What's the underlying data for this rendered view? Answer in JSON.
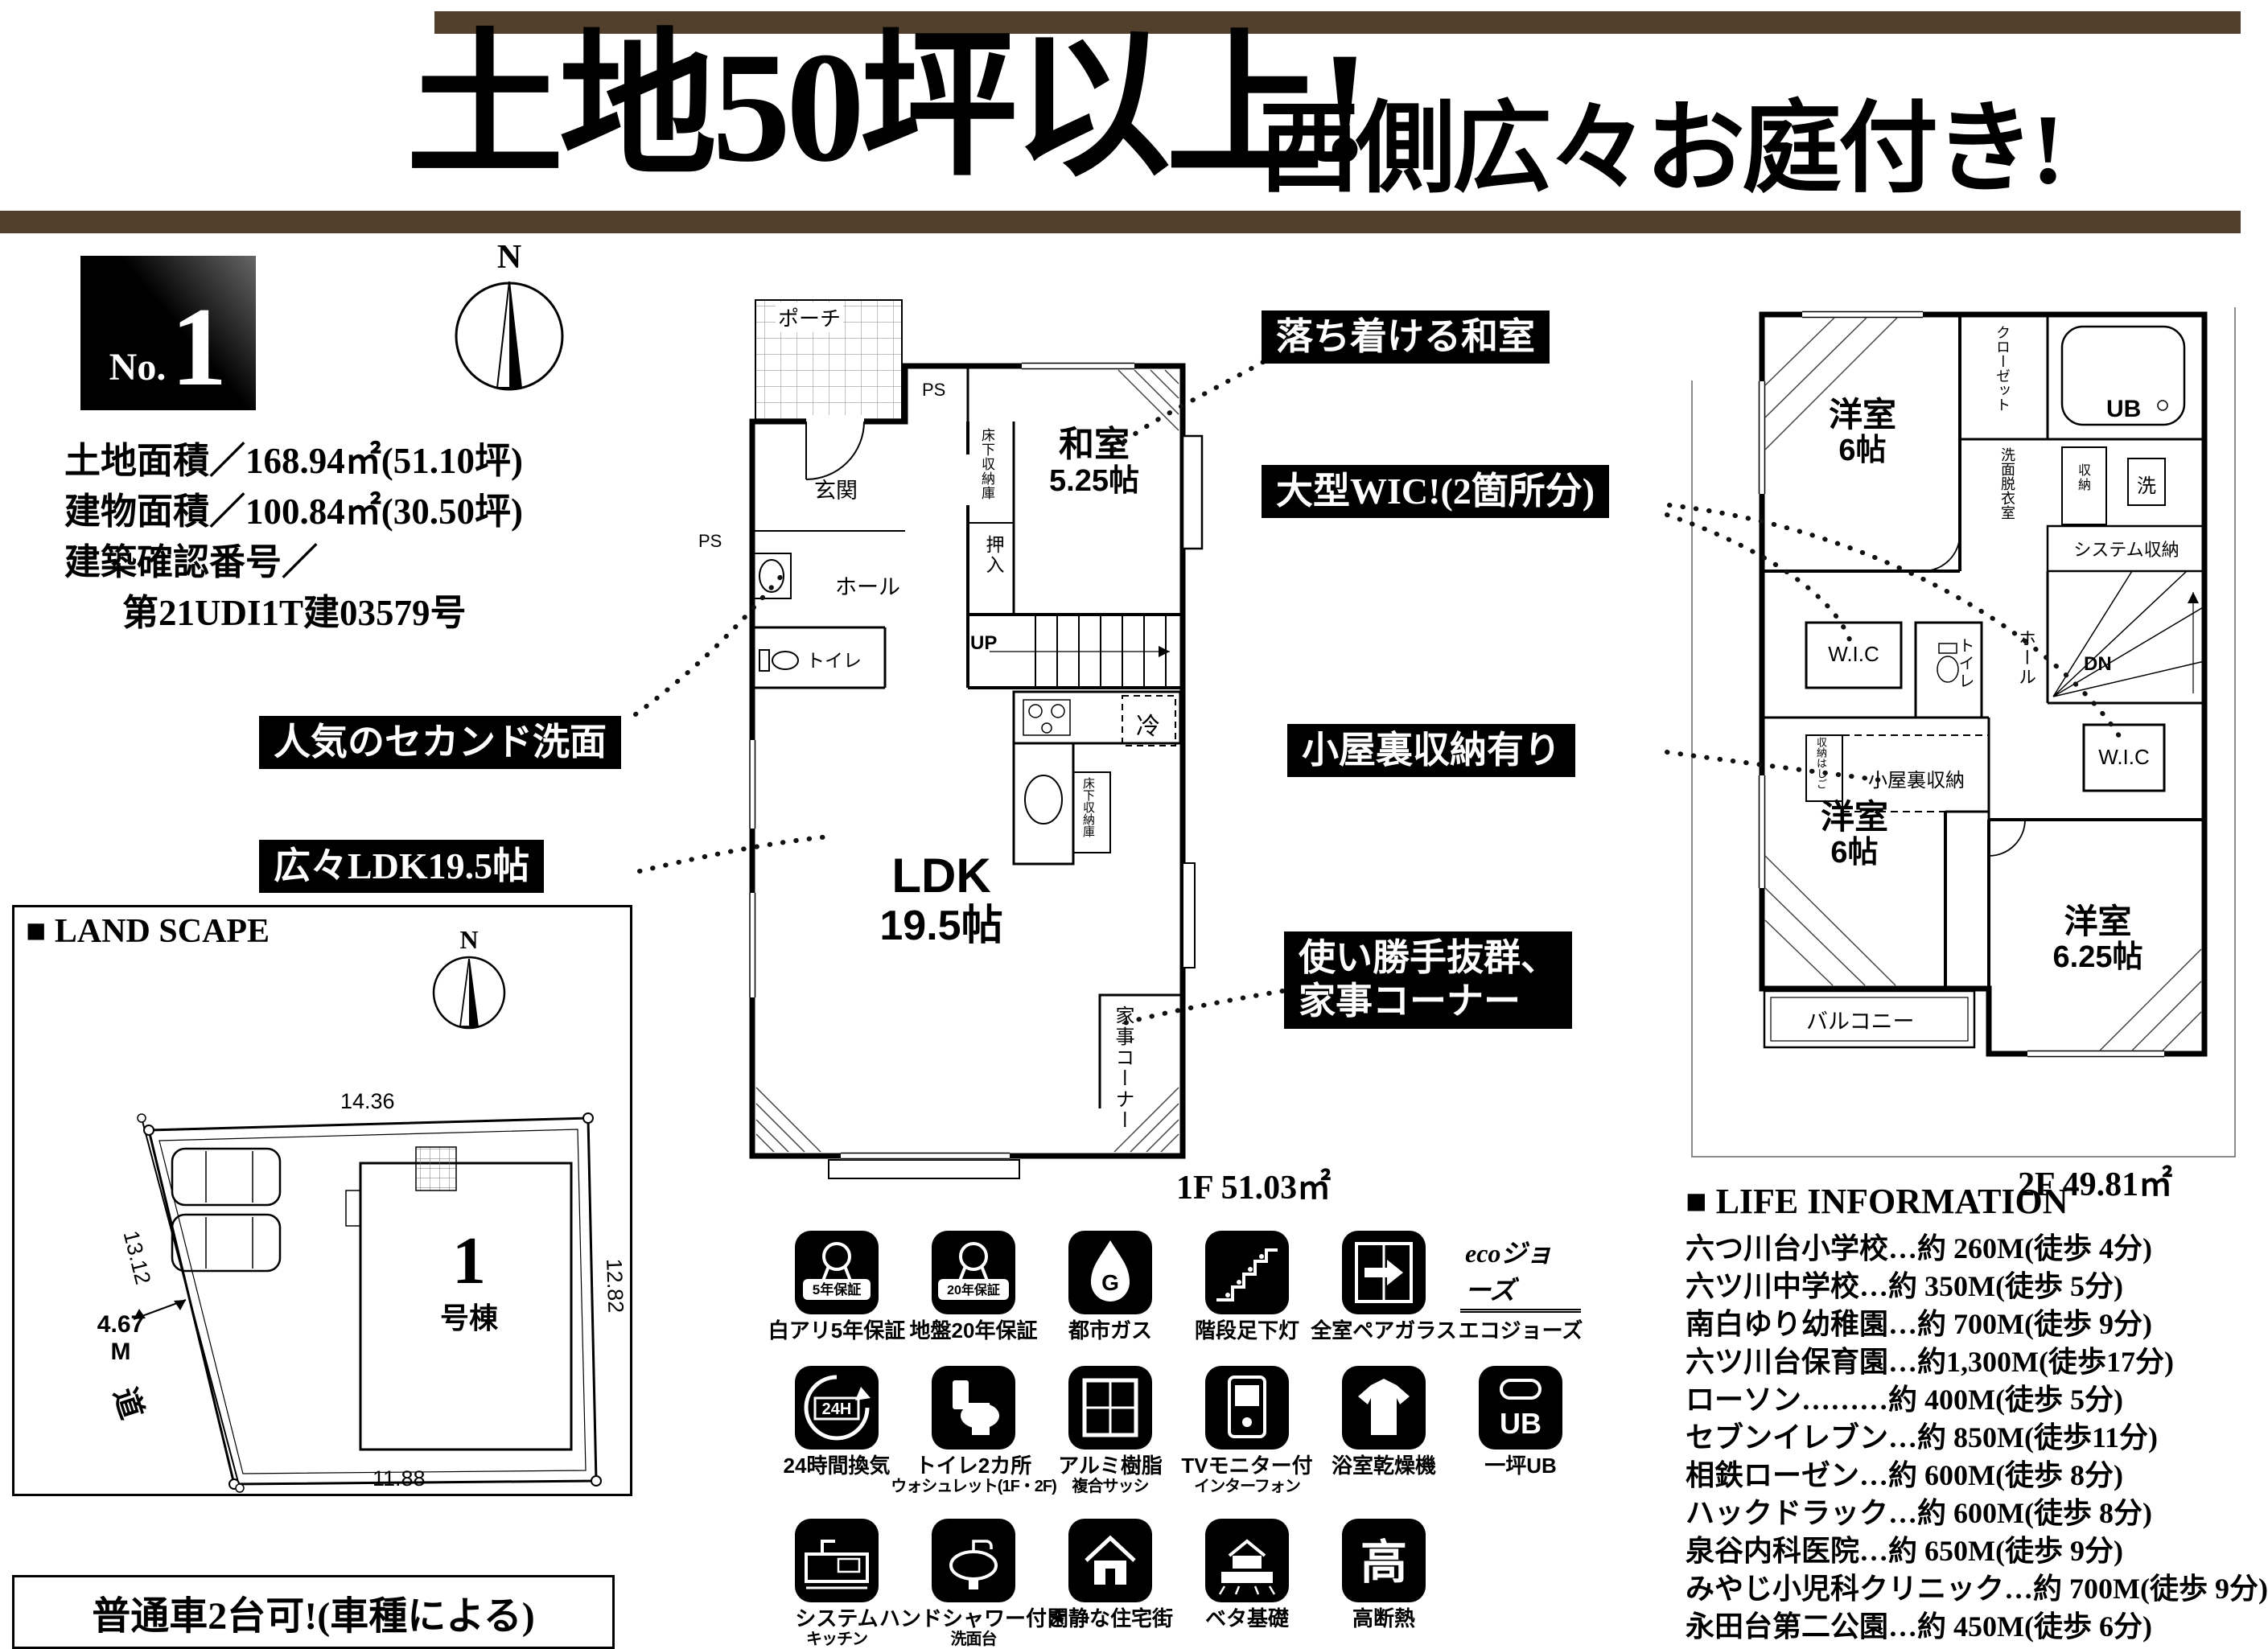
{
  "colors": {
    "brown": "#52402d",
    "ink": "#000000"
  },
  "header": {
    "title_main": "土地50坪以上!",
    "title_sub": "西側広々お庭付き!"
  },
  "badge": {
    "no_label": "No.",
    "no_value": "1"
  },
  "compass": {
    "north": "N"
  },
  "property_info": {
    "line1": "土地面積／168.94㎡(51.10坪)",
    "line2": "建物面積／100.84㎡(30.50坪)",
    "line3": "建築確認番号／",
    "line4": "第21UDI1T建03579号"
  },
  "callouts": {
    "washitsu": "落ち着ける和室",
    "wic": "大型WIC!(2箇所分)",
    "second_basin": "人気のセカンド洗面",
    "attic": "小屋裏収納有り",
    "ldk": "広々LDK19.5帖",
    "kaji_line1": "使い勝手抜群、",
    "kaji_line2": "家事コーナー"
  },
  "floor1": {
    "labels": {
      "porch": "ポーチ",
      "ps_top": "PS",
      "ps_left": "PS",
      "genkan": "玄関",
      "storage_hall": "床下収納庫",
      "oshiire": "押入",
      "washitsu": "和室",
      "washitsu_size": "5.25帖",
      "hall": "ホール",
      "toilet": "トイレ",
      "up": "UP",
      "ldk": "LDK",
      "ldk_size": "19.5帖",
      "storage_kitchen": "床下収納庫",
      "fridge": "冷",
      "kaji": "家事コーナー"
    },
    "area": "1F 51.03㎡"
  },
  "floor2": {
    "labels": {
      "room1": "洋室",
      "room1_size": "6帖",
      "closet": "クローゼット",
      "ub": "UB",
      "senmen": "洗面脱衣室",
      "storage_small": "収納",
      "washer": "洗",
      "system_storage": "システム収納",
      "wic1": "W.I.C",
      "toilet": "トイレ",
      "hall": "ホール",
      "dn": "DN",
      "ladder": "収納はしご",
      "attic": "小屋裏収納",
      "room2": "洋室",
      "room2_size": "6帖",
      "wic2": "W.I.C",
      "room3": "洋室",
      "room3_size": "6.25帖",
      "balcony": "バルコニー"
    },
    "area": "2F 49.81㎡"
  },
  "landscape": {
    "title": "■ LAND SCAPE",
    "north": "N",
    "dim_top": "14.36",
    "dim_left": "13.12",
    "dim_right": "12.82",
    "dim_bottom": "11.88",
    "road_width": "4.67",
    "road_width_unit": "M",
    "road": "道",
    "building_no": "1",
    "building_suffix": "号棟",
    "note": "普通車2台可!(車種による)"
  },
  "features": {
    "rows": [
      [
        {
          "name": "termite-warranty",
          "icon_text": "5年保証",
          "label": "白アリ5年保証"
        },
        {
          "name": "ground-warranty",
          "icon_text": "20年保証",
          "label": "地盤20年保証"
        },
        {
          "name": "city-gas",
          "icon_text": "G",
          "label": "都市ガス"
        },
        {
          "name": "stair-footlight",
          "label": "階段足下灯"
        },
        {
          "name": "pair-glass",
          "label": "全室ペアガラス"
        },
        {
          "name": "eco-jozu",
          "icon_text": "ecoジョーズ",
          "label": "エコジョーズ"
        }
      ],
      [
        {
          "name": "vent-24h",
          "icon_text": "24H",
          "label": "24時間換気"
        },
        {
          "name": "toilet-2",
          "label": "トイレ2カ所",
          "label2": "ウォシュレット(1F・2F)"
        },
        {
          "name": "alumi-sash",
          "label": "アルミ樹脂",
          "label2": "複合サッシ"
        },
        {
          "name": "tv-interphone",
          "label": "TVモニター付",
          "label2": "インターフォン"
        },
        {
          "name": "bath-dryer",
          "label": "浴室乾燥機"
        },
        {
          "name": "ub-1tsubo",
          "icon_text": "UB",
          "label": "一坪UB"
        }
      ],
      [
        {
          "name": "system-kitchen",
          "label": "システム",
          "label2": "キッチン"
        },
        {
          "name": "hand-shower-basin",
          "label": "ハンドシャワー付き",
          "label2": "洗面台"
        },
        {
          "name": "quiet-neighborhood",
          "label": "閑静な住宅街"
        },
        {
          "name": "beta-foundation",
          "label": "ベタ基礎"
        },
        {
          "name": "high-insulation",
          "icon_text": "高",
          "label": "高断熱"
        }
      ]
    ]
  },
  "life_information": {
    "title": "■ LIFE INFORMATION",
    "items": [
      "六つ川台小学校…約 260M(徒歩 4分)",
      "六ツ川中学校…約 350M(徒歩 5分)",
      "南白ゆり幼稚園…約 700M(徒歩 9分)",
      "六ツ川台保育園…約1,300M(徒歩17分)",
      "ローソン………約 400M(徒歩 5分)",
      "セブンイレブン…約 850M(徒歩11分)",
      "相鉄ローゼン…約 600M(徒歩 8分)",
      "ハックドラック…約 600M(徒歩 8分)",
      "泉谷内科医院…約 650M(徒歩 9分)",
      "みやじ小児科クリニック…約 700M(徒歩 9分)",
      "永田台第二公園…約 450M(徒歩 6分)"
    ]
  }
}
